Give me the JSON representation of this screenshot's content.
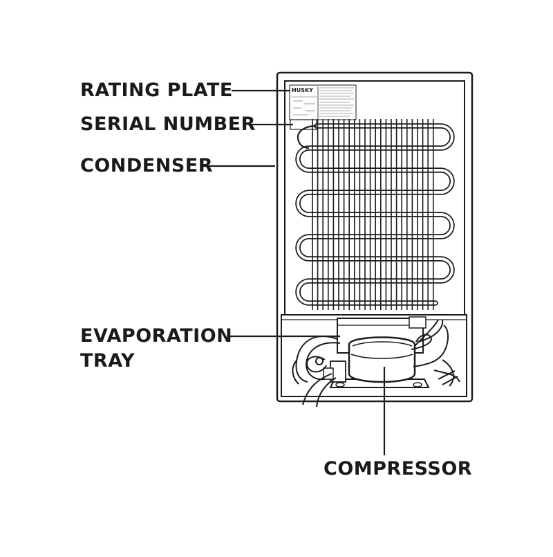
{
  "labels": {
    "rating_plate": "RATING PLATE",
    "serial_number": "SERIAL NUMBER",
    "condenser": "CONDENSER",
    "evaporation_tray_line1": "EVAPORATION",
    "evaporation_tray_line2": "TRAY",
    "compressor": "COMPRESSOR"
  },
  "rating_plate": {
    "brand": "HUSKY"
  },
  "colors": {
    "line": "#1a1a1a",
    "background": "#ffffff"
  }
}
